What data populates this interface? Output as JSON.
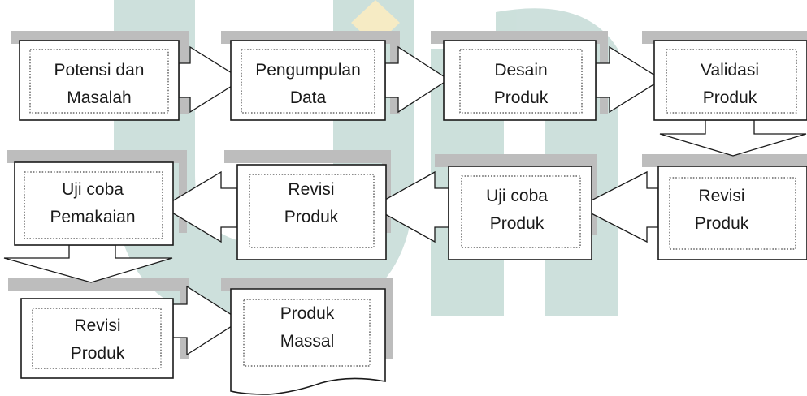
{
  "colors": {
    "watermark_green": "#6fa79a",
    "watermark_gold": "#e8c75a",
    "shadow": "#bdbdbd",
    "line": "#1a1a1a"
  },
  "watermark": {
    "text": "UIN"
  },
  "steps": [
    {
      "id": "potensi",
      "lines": [
        "Potensi dan",
        "Masalah"
      ]
    },
    {
      "id": "pengumpulan",
      "lines": [
        "Pengumpulan",
        "Data"
      ]
    },
    {
      "id": "desain",
      "lines": [
        "Desain",
        "Produk"
      ]
    },
    {
      "id": "validasi",
      "lines": [
        "Validasi",
        "Produk"
      ]
    },
    {
      "id": "revisi-1",
      "lines": [
        "Revisi",
        "Produk"
      ]
    },
    {
      "id": "ujicoba-produk",
      "lines": [
        "Uji coba",
        "Produk"
      ]
    },
    {
      "id": "revisi-2",
      "lines": [
        "Revisi",
        "Produk"
      ]
    },
    {
      "id": "ujicoba-pemakaian",
      "lines": [
        "Uji coba",
        "Pemakaian"
      ]
    },
    {
      "id": "revisi-3",
      "lines": [
        "Revisi",
        "Produk"
      ]
    },
    {
      "id": "produk-massal",
      "lines": [
        "Produk",
        "Massal"
      ]
    }
  ]
}
